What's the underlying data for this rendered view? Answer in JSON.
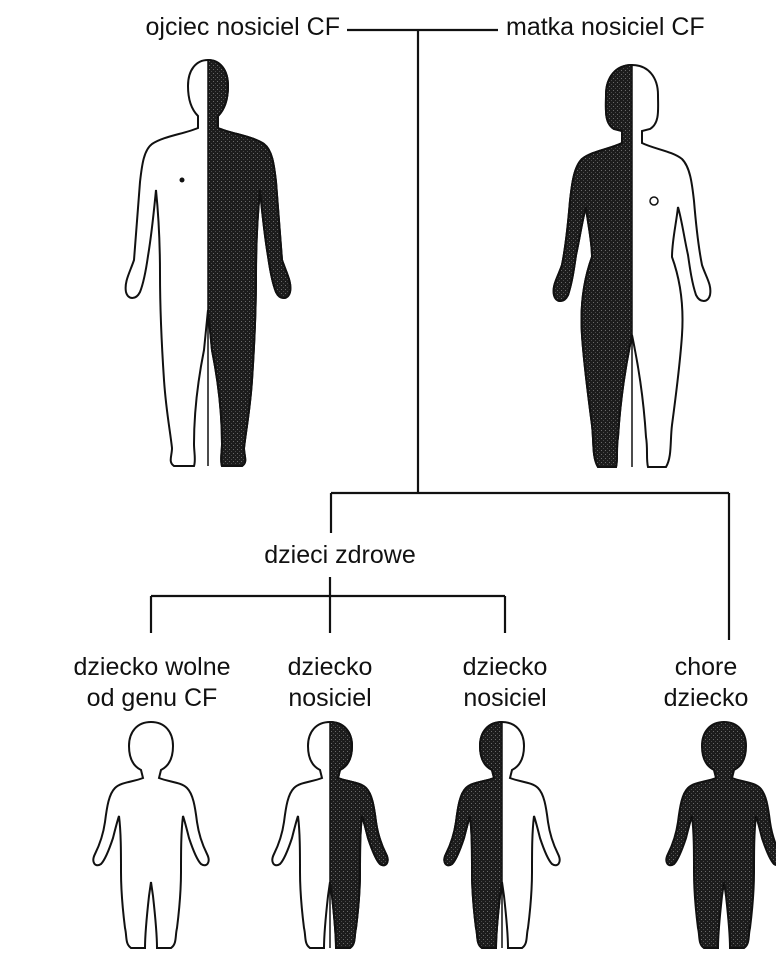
{
  "parents": {
    "father": {
      "label": "ojciec nosiciel CF"
    },
    "mother": {
      "label": "matka nosiciel CF"
    }
  },
  "group_label": "dzieci zdrowe",
  "children": [
    {
      "line1": "dziecko wolne",
      "line2": "od genu CF",
      "status": "free"
    },
    {
      "line1": "dziecko",
      "line2": "nosiciel",
      "status": "carrier-right-dark"
    },
    {
      "line1": "dziecko",
      "line2": "nosiciel",
      "status": "carrier-left-dark"
    },
    {
      "line1": "chore",
      "line2": "dziecko",
      "status": "affected"
    }
  ],
  "colors": {
    "ink": "#111111",
    "fill_dark": "#1a1a1a",
    "paper": "#ffffff"
  }
}
